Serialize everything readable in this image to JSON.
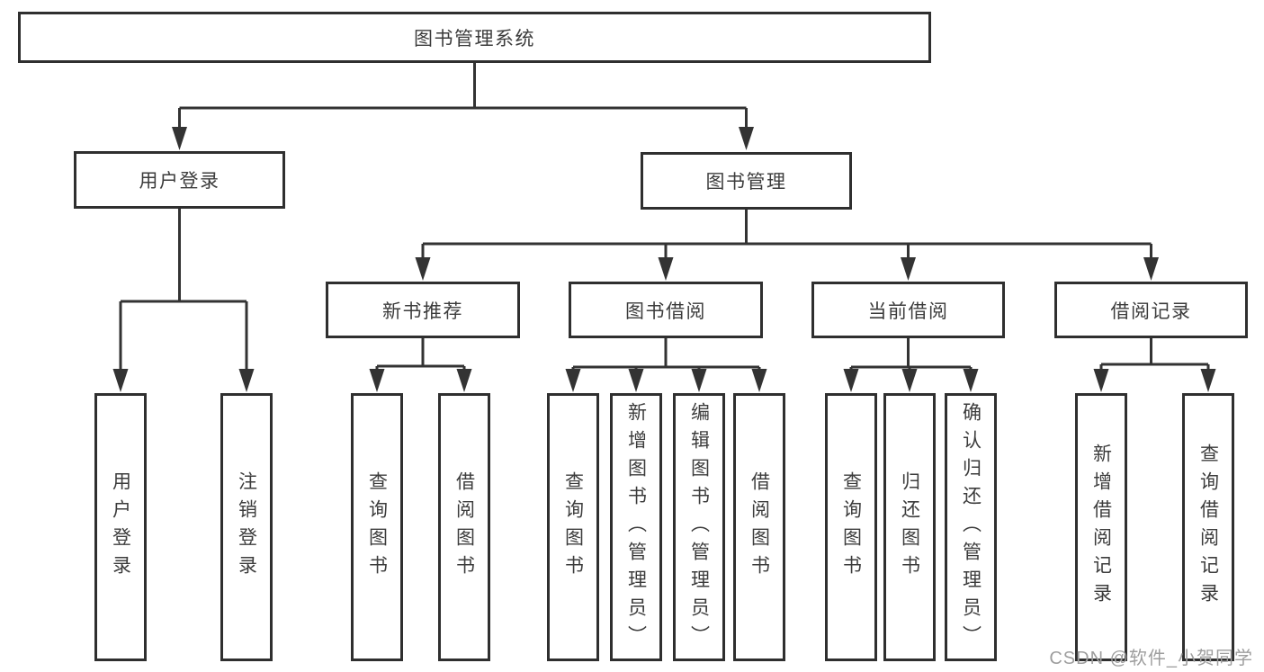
{
  "tree": {
    "root": {
      "label": "图书管理系统"
    },
    "level2": [
      {
        "label": "用户登录",
        "children": [
          "用户登录",
          "注销登录"
        ]
      },
      {
        "label": "图书管理"
      }
    ],
    "level3": [
      {
        "label": "新书推荐",
        "children": [
          "查询图书",
          "借阅图书"
        ]
      },
      {
        "label": "图书借阅",
        "children": [
          "查询图书",
          "新增图书（管理员）",
          "编辑图书（管理员）",
          "借阅图书"
        ]
      },
      {
        "label": "当前借阅",
        "children": [
          "查询图书",
          "归还图书",
          "确认归还（管理员）"
        ]
      },
      {
        "label": "借阅记录",
        "children": [
          "新增借阅记录",
          "查询借阅记录"
        ]
      }
    ]
  },
  "watermark": "CSDN @软件_小贺同学",
  "colors": {
    "line": "#333333",
    "border": "#2f2f2f",
    "text": "#3c3c3c",
    "watermark": "#9e9e9e"
  }
}
